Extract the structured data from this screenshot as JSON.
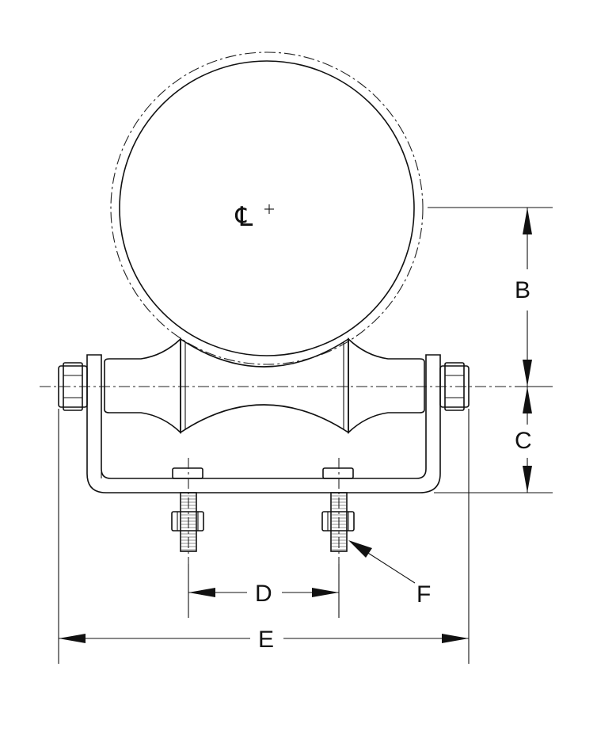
{
  "labels": {
    "centerline": "CL",
    "b": "B",
    "c": "C",
    "d": "D",
    "e": "E",
    "f": "F"
  },
  "colors": {
    "line": "#111111",
    "roller_light": "#f2f2f2",
    "roller_dark": "#8c8c8c",
    "hardware_light": "#d9d9d9",
    "hardware_dark": "#4a4a4a"
  }
}
